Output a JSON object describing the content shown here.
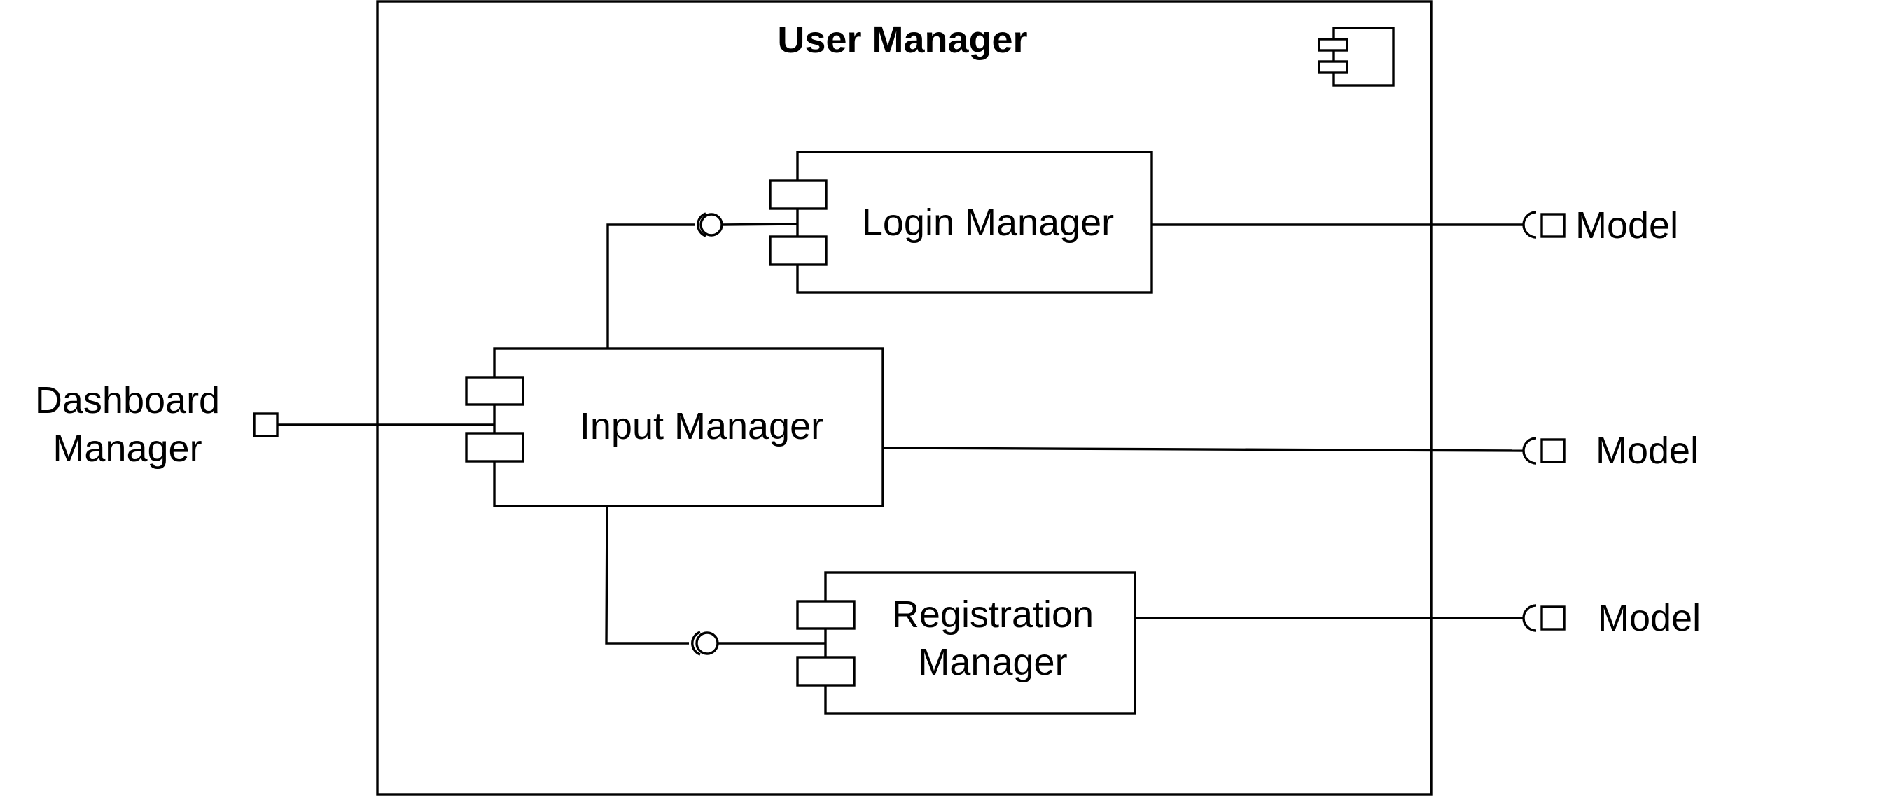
{
  "container": {
    "title": "User Manager",
    "icon": "component-icon"
  },
  "components": {
    "login": {
      "label": "Login Manager",
      "icon": "component-ports"
    },
    "input": {
      "label": "Input Manager",
      "icon": "component-ports"
    },
    "registration": {
      "line1": "Registration",
      "line2": "Manager",
      "icon": "component-ports"
    }
  },
  "external": {
    "dashboard": {
      "line1": "Dashboard",
      "line2": "Manager"
    },
    "models": [
      {
        "label": "Model"
      },
      {
        "label": "Model"
      },
      {
        "label": "Model"
      }
    ]
  },
  "colors": {
    "stroke": "#000000",
    "background": "#ffffff"
  }
}
